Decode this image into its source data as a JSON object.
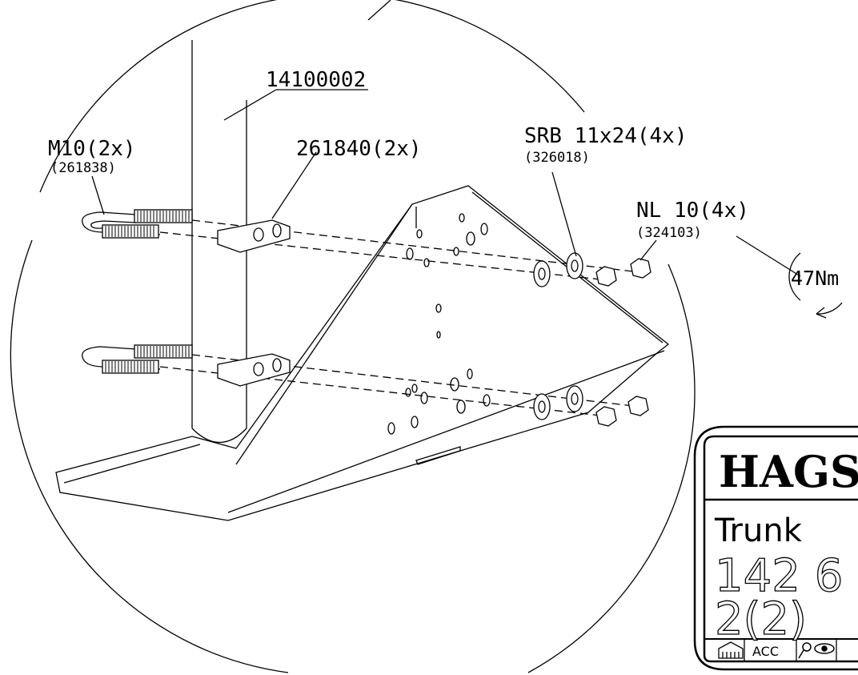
{
  "labels": {
    "pole_part": "14100002",
    "ubolt_part": "M10(2x)",
    "ubolt_code": "(261838)",
    "clamp_part": "261840(2x)",
    "washer_part": "SRB 11x24(4x)",
    "washer_code": "(326018)",
    "nut_part": "NL 10(4x)",
    "nut_code": "(324103)",
    "torque": "47Nm"
  },
  "title_block": {
    "brand": "HAGS",
    "product_name": "Trunk",
    "part_number": "142 6",
    "quantity": "2(2)",
    "icons": [
      {
        "name": "house-icon"
      },
      {
        "name": "acc-box",
        "text": "ACC"
      },
      {
        "name": "magnifier-eye-icon"
      }
    ]
  }
}
